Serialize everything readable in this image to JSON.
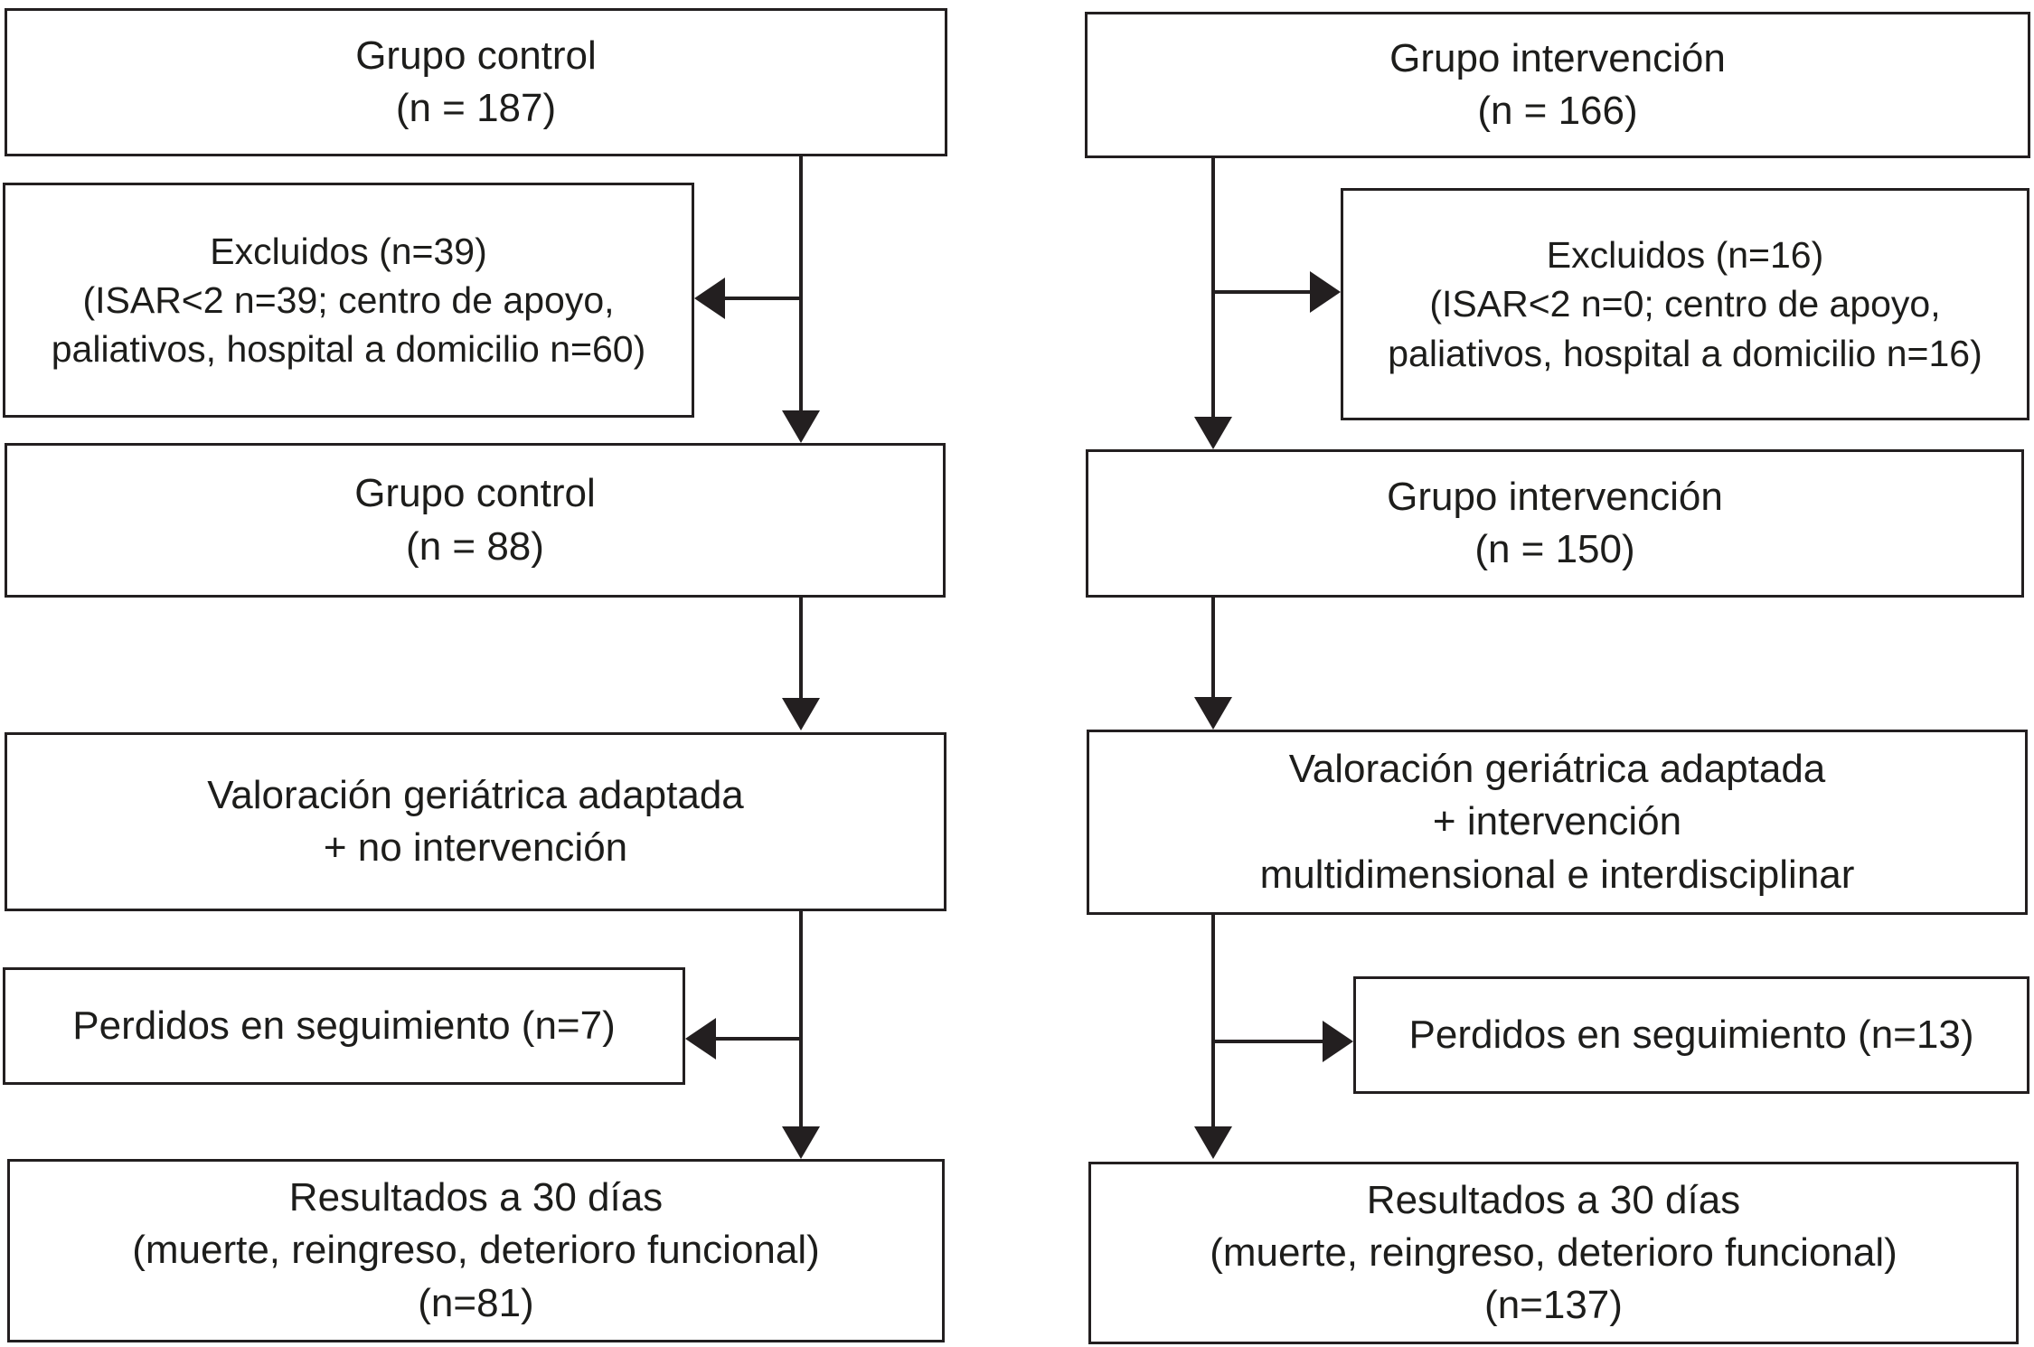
{
  "colors": {
    "box_border": "#231f20",
    "text": "#1d1d1b",
    "arrow": "#231f20",
    "background": "#ffffff"
  },
  "flow": {
    "control": {
      "enrolled": "Grupo control\n(n = 187)",
      "excluded": "Excluidos (n=39)\n(ISAR<2 n=39; centro de apoyo,\npaliativos, hospital a domicilio n=60)",
      "eligible": "Grupo control\n(n = 88)",
      "assessment": "Valoración geriátrica adaptada\n+ no intervención",
      "lost": "Perdidos en seguimiento (n=7)",
      "outcomes": "Resultados a 30 días\n(muerte, reingreso, deterioro funcional)\n(n=81)"
    },
    "intervention": {
      "enrolled": "Grupo intervención\n(n = 166)",
      "excluded": "Excluidos (n=16)\n(ISAR<2 n=0; centro de apoyo,\npaliativos, hospital a domicilio n=16)",
      "eligible": "Grupo intervención\n(n = 150)",
      "assessment": "Valoración geriátrica adaptada\n+ intervención\nmultidimensional e interdisciplinar",
      "lost": "Perdidos en seguimiento (n=13)",
      "outcomes": "Resultados a 30 días\n(muerte, reingreso, deterioro funcional)\n(n=137)"
    }
  }
}
